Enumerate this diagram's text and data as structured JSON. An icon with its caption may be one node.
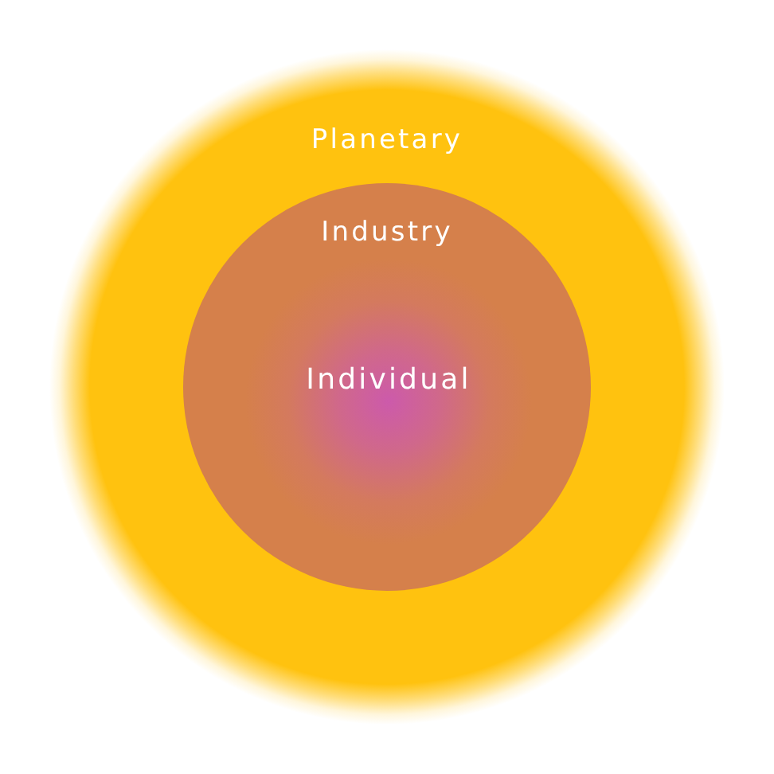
{
  "diagram": {
    "nodes": [
      {
        "text": [
          "Planetary"
        ]
      },
      {
        "text": [
          "Industry"
        ],
        "in": 0
      },
      {
        "text": [
          "Individual"
        ],
        "in": 1
      }
    ]
  }
}
